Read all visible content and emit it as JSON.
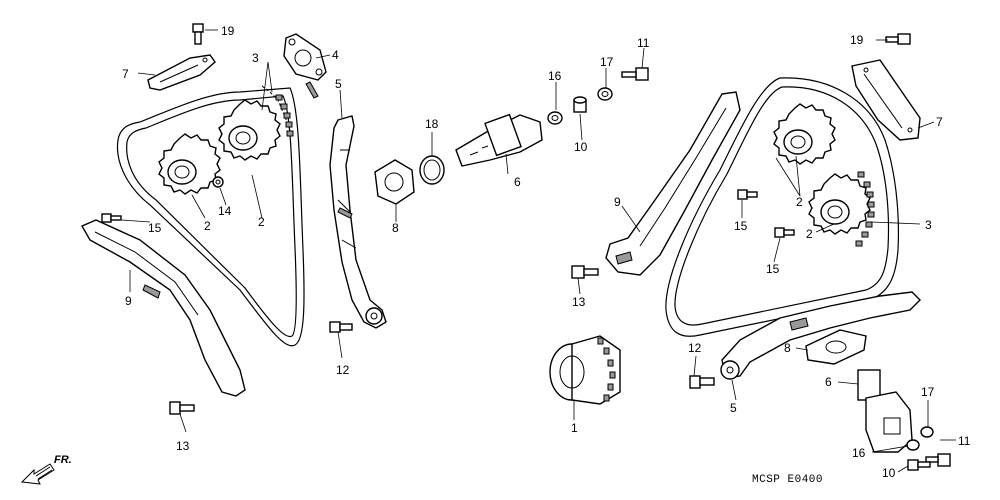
{
  "diagram": {
    "callouts": [
      {
        "id": "c19a",
        "text": "19"
      },
      {
        "id": "c7a",
        "text": "7"
      },
      {
        "id": "c3a",
        "text": "3"
      },
      {
        "id": "c4",
        "text": "4"
      },
      {
        "id": "c5a",
        "text": "5"
      },
      {
        "id": "c2a",
        "text": "2"
      },
      {
        "id": "c2b",
        "text": "2"
      },
      {
        "id": "c14",
        "text": "14"
      },
      {
        "id": "c15a",
        "text": "15"
      },
      {
        "id": "c9a",
        "text": "9"
      },
      {
        "id": "c13a",
        "text": "13"
      },
      {
        "id": "c12a",
        "text": "12"
      },
      {
        "id": "c8a",
        "text": "8"
      },
      {
        "id": "c18",
        "text": "18"
      },
      {
        "id": "c6a",
        "text": "6"
      },
      {
        "id": "c16a",
        "text": "16"
      },
      {
        "id": "c17a",
        "text": "17"
      },
      {
        "id": "c10a",
        "text": "10"
      },
      {
        "id": "c11a",
        "text": "11"
      },
      {
        "id": "c1",
        "text": "1"
      },
      {
        "id": "c19b",
        "text": "19"
      },
      {
        "id": "c7b",
        "text": "7"
      },
      {
        "id": "c9b",
        "text": "9"
      },
      {
        "id": "c2c",
        "text": "2"
      },
      {
        "id": "c2d",
        "text": "2"
      },
      {
        "id": "c15b",
        "text": "15"
      },
      {
        "id": "c15c",
        "text": "15"
      },
      {
        "id": "c3b",
        "text": "3"
      },
      {
        "id": "c13b",
        "text": "13"
      },
      {
        "id": "c12b",
        "text": "12"
      },
      {
        "id": "c8b",
        "text": "8"
      },
      {
        "id": "c6b",
        "text": "6"
      },
      {
        "id": "c5b",
        "text": "5"
      },
      {
        "id": "c17b",
        "text": "17"
      },
      {
        "id": "c11b",
        "text": "11"
      },
      {
        "id": "c16b",
        "text": "16"
      },
      {
        "id": "c10b",
        "text": "10"
      }
    ],
    "direction_label": "FR.",
    "diagram_code": "MCSP E0400"
  }
}
